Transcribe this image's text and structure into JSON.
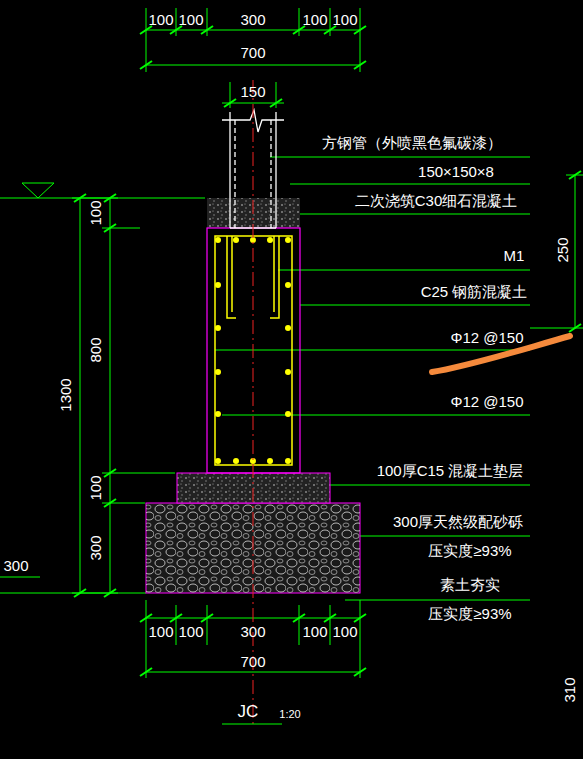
{
  "diagram": {
    "labels": [
      "100",
      "100",
      "300",
      "100",
      "100",
      "700",
      "150",
      "方钢管（外喷黑色氟碳漆）",
      "150×150×8",
      "二次浇筑C30细石混凝土",
      "M1",
      "C25 钢筋混凝土",
      "Φ12 @150",
      "Φ12 @150",
      "100厚C15 混凝土垫层",
      "300厚天然级配砂砾",
      "压实度≥93%",
      "素土夯实",
      "压实度≥93%",
      "100",
      "100",
      "300",
      "100",
      "100",
      "700",
      "JC",
      "1:20",
      "1300",
      "100",
      "800",
      "100",
      "300",
      "250",
      "300",
      "310"
    ]
  }
}
